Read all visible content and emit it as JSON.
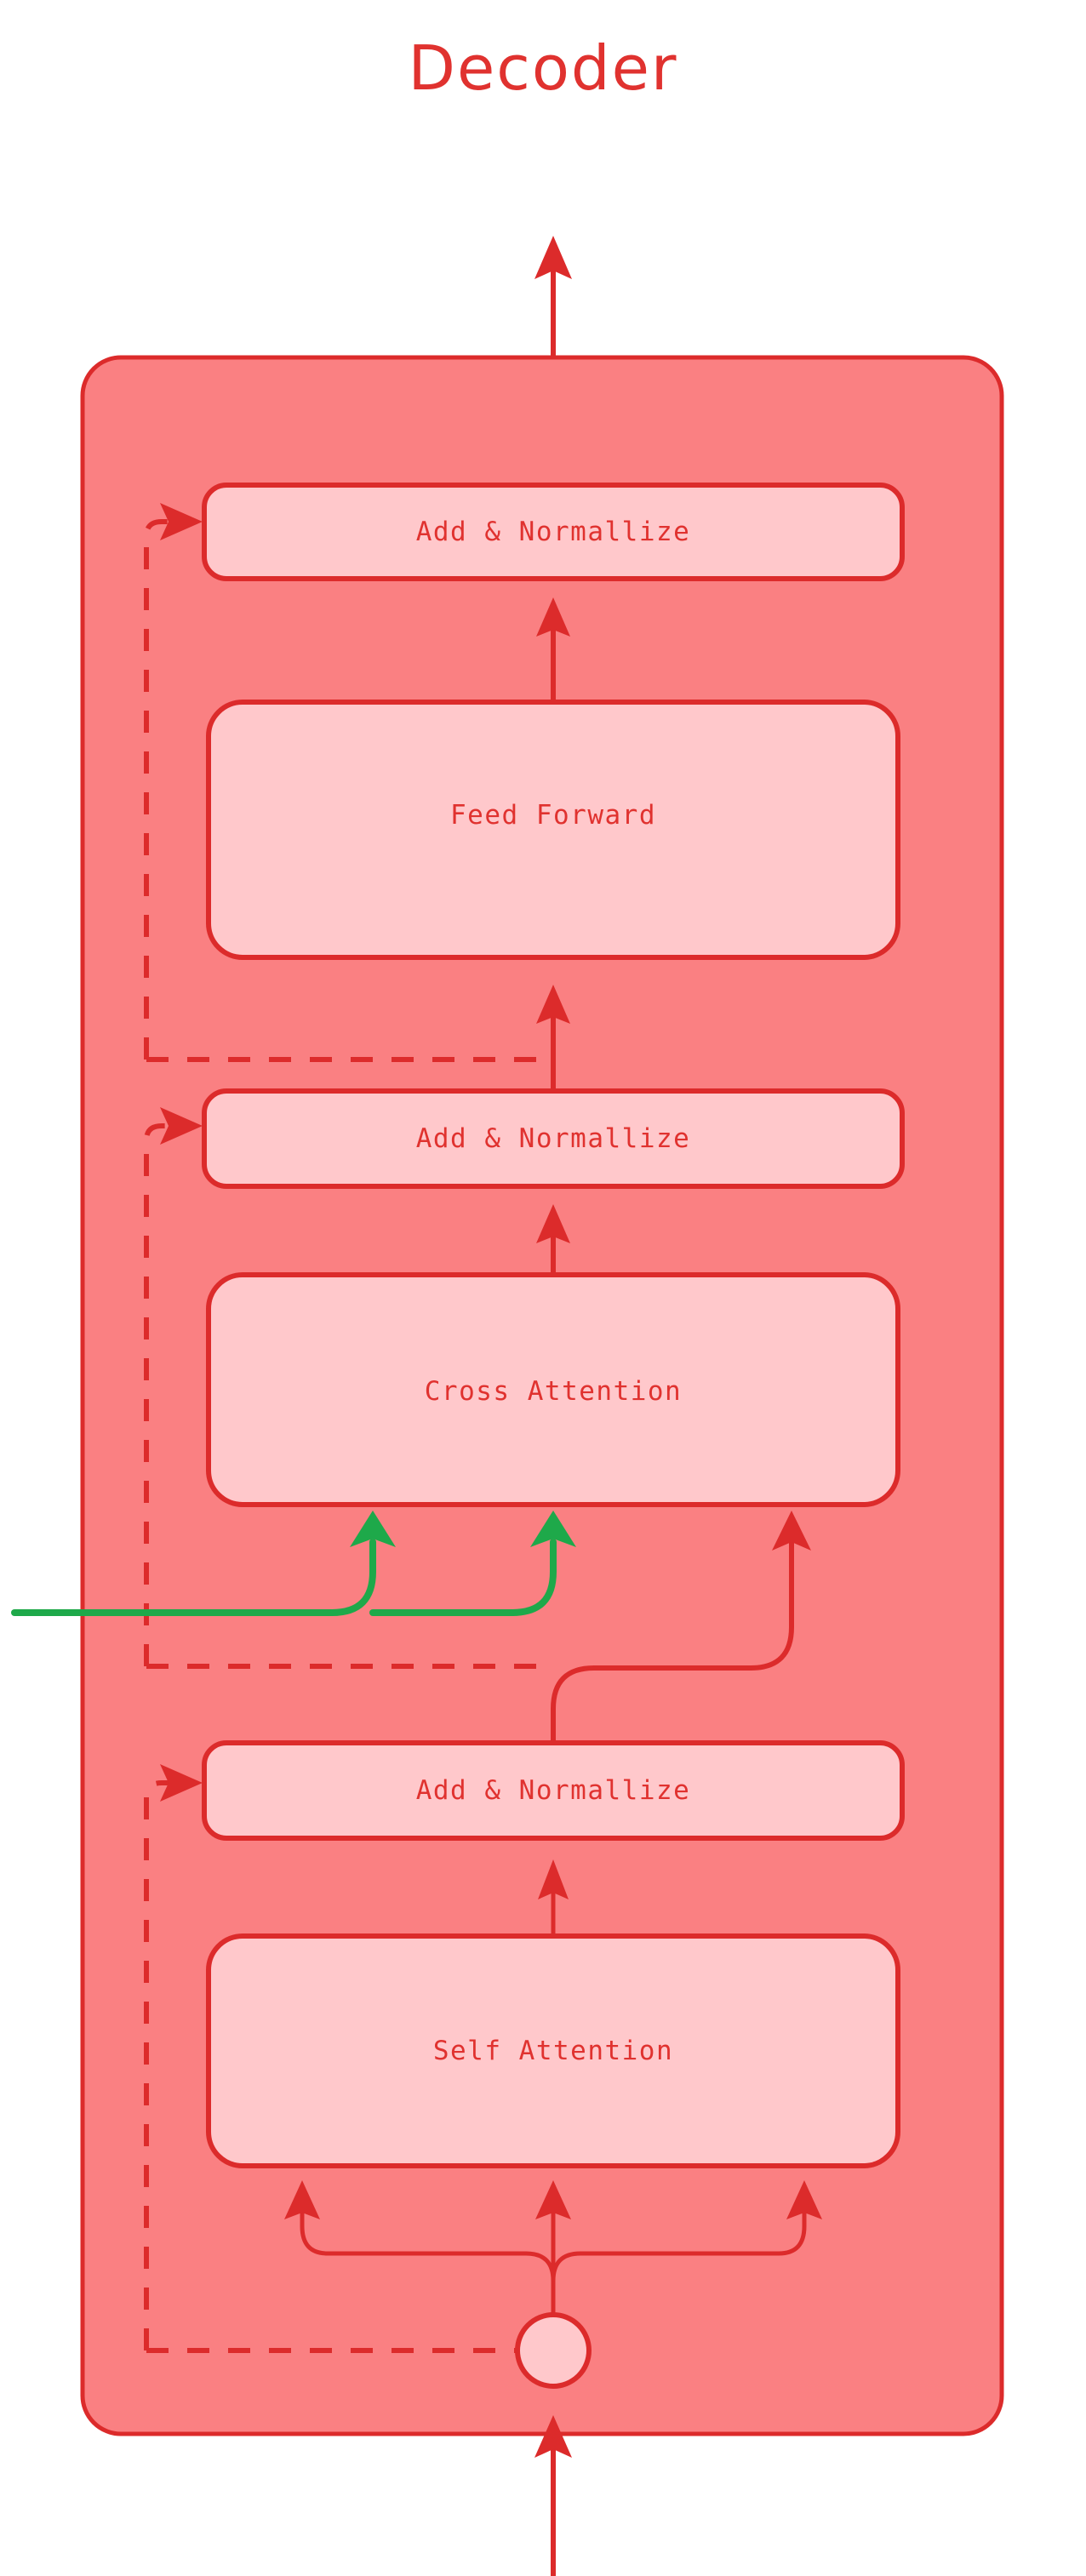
{
  "title": "Decoder",
  "colors": {
    "title": "#E0322F",
    "outer_fill": "#FA8082",
    "box_fill": "#FFC8CB",
    "stroke_red": "#DC2B2B",
    "stroke_green": "#1EA94A",
    "page_background": "#FFFFFF"
  },
  "blocks": {
    "add_norm_top": "Add & Normallize",
    "feed_forward": "Feed Forward",
    "add_norm_mid": "Add & Normallize",
    "cross_attention": "Cross Attention",
    "add_norm_bottom": "Add & Normallize",
    "self_attention": "Self Attention"
  },
  "chart_data": {
    "type": "diagram",
    "title": "Decoder",
    "nodes": [
      {
        "id": "add_norm_top",
        "label": "Add & Normallize",
        "kind": "process",
        "order": 6
      },
      {
        "id": "feed_forward",
        "label": "Feed Forward",
        "kind": "process",
        "order": 5
      },
      {
        "id": "add_norm_mid",
        "label": "Add & Normallize",
        "kind": "process",
        "order": 4
      },
      {
        "id": "cross_attention",
        "label": "Cross Attention",
        "kind": "process",
        "order": 3
      },
      {
        "id": "add_norm_bottom",
        "label": "Add & Normallize",
        "kind": "process",
        "order": 2
      },
      {
        "id": "self_attention",
        "label": "Self Attention",
        "kind": "process",
        "order": 1
      },
      {
        "id": "input_node",
        "label": "",
        "kind": "junction-circle",
        "order": 0
      }
    ],
    "edges": [
      {
        "from": "input_node",
        "to": "self_attention",
        "style": "solid",
        "color": "#DC2B2B",
        "note": "three-way fan (query, key, value)"
      },
      {
        "from": "self_attention",
        "to": "add_norm_bottom",
        "style": "solid",
        "color": "#DC2B2B"
      },
      {
        "from": "input_node",
        "to": "add_norm_bottom",
        "style": "dashed",
        "color": "#DC2B2B",
        "note": "residual skip connection"
      },
      {
        "from": "add_norm_bottom",
        "to": "cross_attention",
        "style": "solid",
        "color": "#DC2B2B",
        "note": "query input, right side"
      },
      {
        "from": "encoder_output",
        "to": "cross_attention",
        "style": "solid",
        "color": "#1EA94A",
        "note": "encoder key & value, two green arrows from left"
      },
      {
        "from": "add_norm_bottom",
        "to": "add_norm_mid",
        "style": "dashed",
        "color": "#DC2B2B",
        "note": "residual skip connection"
      },
      {
        "from": "cross_attention",
        "to": "add_norm_mid",
        "style": "solid",
        "color": "#DC2B2B"
      },
      {
        "from": "add_norm_mid",
        "to": "feed_forward",
        "style": "solid",
        "color": "#DC2B2B"
      },
      {
        "from": "add_norm_mid",
        "to": "add_norm_top",
        "style": "dashed",
        "color": "#DC2B2B",
        "note": "residual skip connection"
      },
      {
        "from": "feed_forward",
        "to": "add_norm_top",
        "style": "solid",
        "color": "#DC2B2B"
      },
      {
        "from": "add_norm_top",
        "to": "output",
        "style": "solid",
        "color": "#DC2B2B"
      }
    ],
    "legend": [],
    "annotations": []
  }
}
